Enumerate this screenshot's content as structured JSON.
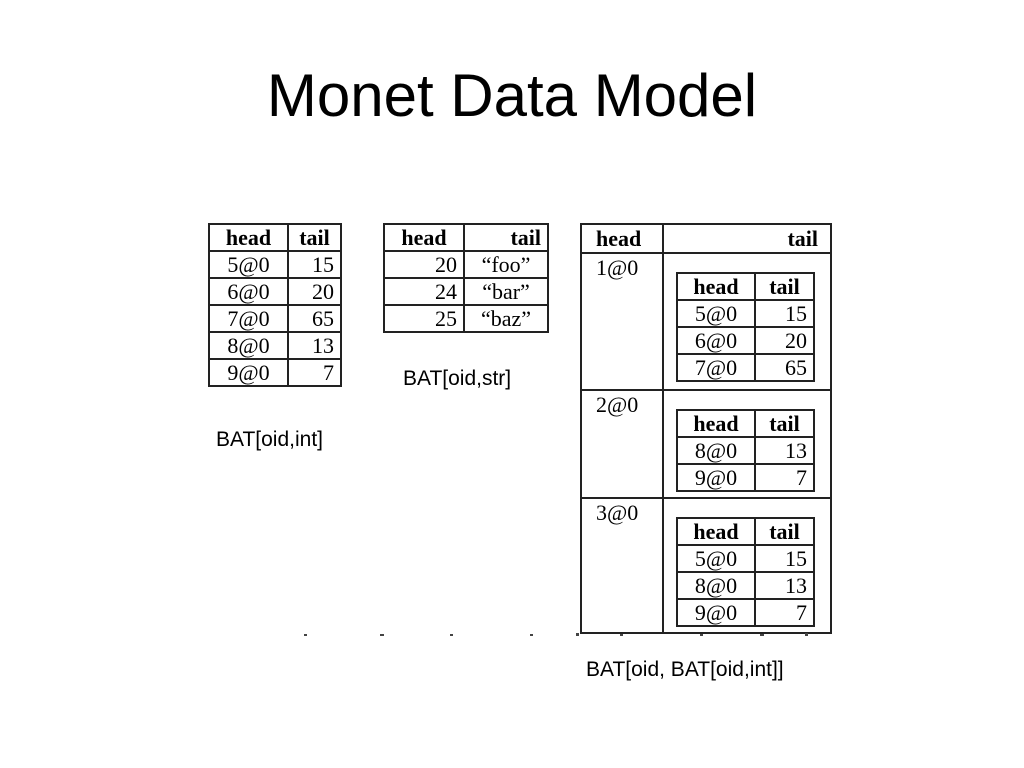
{
  "slide": {
    "title": "Monet Data Model"
  },
  "bat_int": {
    "caption": "BAT[oid,int]",
    "head": "head",
    "tail": "tail",
    "rows": [
      [
        "5@0",
        "15"
      ],
      [
        "6@0",
        "20"
      ],
      [
        "7@0",
        "65"
      ],
      [
        "8@0",
        "13"
      ],
      [
        "9@0",
        "7"
      ]
    ]
  },
  "bat_str": {
    "caption": "BAT[oid,str]",
    "head": "head",
    "tail": "tail",
    "rows": [
      [
        "20",
        "“foo”"
      ],
      [
        "24",
        "“bar”"
      ],
      [
        "25",
        "“baz”"
      ]
    ]
  },
  "bat_nested": {
    "caption": "BAT[oid, BAT[oid,int]]",
    "head": "head",
    "tail": "tail",
    "groups": [
      {
        "oid": "1@0",
        "head": "head",
        "tail": "tail",
        "rows": [
          [
            "5@0",
            "15"
          ],
          [
            "6@0",
            "20"
          ],
          [
            "7@0",
            "65"
          ]
        ]
      },
      {
        "oid": "2@0",
        "head": "head",
        "tail": "tail",
        "rows": [
          [
            "8@0",
            "13"
          ],
          [
            "9@0",
            "7"
          ]
        ]
      },
      {
        "oid": "3@0",
        "head": "head",
        "tail": "tail",
        "rows": [
          [
            "5@0",
            "15"
          ],
          [
            "8@0",
            "13"
          ],
          [
            "9@0",
            "7"
          ]
        ]
      }
    ]
  }
}
